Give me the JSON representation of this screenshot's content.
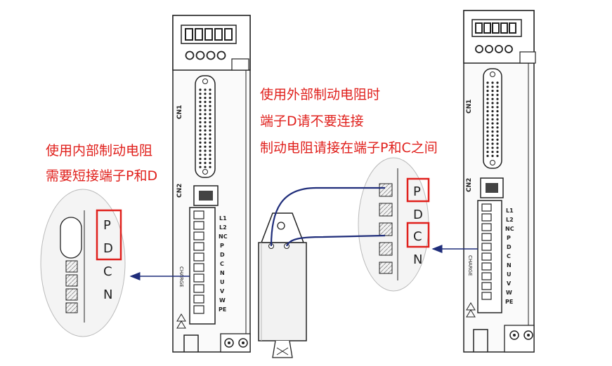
{
  "left_note": {
    "line1": "使用内部制动电阻",
    "line2": "需要短接端子P和D"
  },
  "middle_note": {
    "line1": "使用外部制动电阻时",
    "line2": "端子D请不要连接",
    "line3": "制动电阻请接在端子P和C之间"
  },
  "drive": {
    "cn1_label": "CN1",
    "cn2_label": "CN2",
    "charge_label": "CHARGE",
    "terminal_labels": [
      "L1",
      "L2",
      "NC",
      "P",
      "D",
      "C",
      "N",
      "U",
      "V",
      "W",
      "PE"
    ]
  },
  "zoom_left": {
    "terminals": [
      "P",
      "D",
      "C",
      "N"
    ]
  },
  "zoom_right": {
    "terminals": [
      "P",
      "D",
      "C",
      "N"
    ]
  },
  "colors": {
    "highlight": "#e0201c",
    "wire": "#1f2d7a",
    "text_note": "#e0201c",
    "text_dark": "#222222"
  }
}
